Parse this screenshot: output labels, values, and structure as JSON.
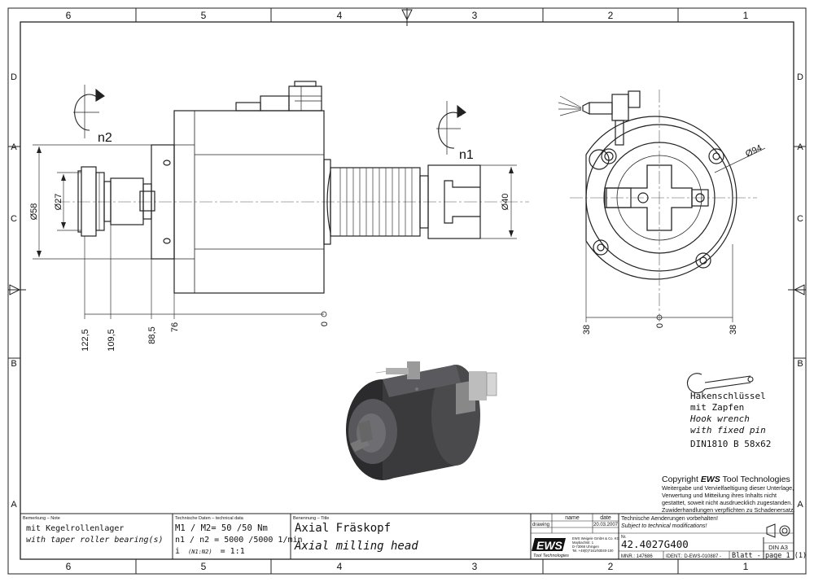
{
  "frame": {
    "cols_top": [
      "6",
      "5",
      "4",
      "3",
      "2",
      "1"
    ],
    "cols_bottom": [
      "6",
      "5",
      "4",
      "3",
      "2",
      "1"
    ],
    "rows_left": [
      "D",
      "C",
      "B",
      "A"
    ],
    "rows_left_marks": [
      "A",
      "C"
    ],
    "rows_right": [
      "D",
      "A",
      "C",
      "B",
      "A"
    ]
  },
  "side_view": {
    "rot_left": "n2",
    "rot_right": "n1",
    "dia_58": "Ø58",
    "dia_27": "Ø27",
    "dia_40": "Ø40",
    "dim_122_5": "122,5",
    "dim_109_5": "109,5",
    "dim_88_5": "88,5",
    "dim_76": "76",
    "dim_0": "0"
  },
  "front_view": {
    "dia_94": "Ø94",
    "dim_left": "38",
    "dim_zero": "0",
    "dim_right": "38"
  },
  "hook_wrench": {
    "line1": "Hakenschlüssel",
    "line2": "mit Zapfen",
    "line3": "Hook wrench",
    "line4": "with fixed pin",
    "line5": "DIN1810 B 58x62"
  },
  "copyright": {
    "title_pre": "Copyright ",
    "title_brand": "EWS",
    "title_post": " Tool Technologies",
    "l1": "Weitergabe und Vervielfaeltigung dieser Unterlage,",
    "l2": "Verwertung und Mitteilung ihres Inhalts nicht",
    "l3": "gestattet, soweit nicht ausdruecklich zugestanden.",
    "l4": "Zuwiderhandlungen verpflichten zu Schadenersatz."
  },
  "title_block": {
    "remark_label": "Bemerkung – Note",
    "remark_de": "mit Kegelrollenlager",
    "remark_en": "with taper roller bearing(s)",
    "tech_label": "Technische Daten – technical data",
    "tech_l1": "M1 / M2= 50  /50  Nm",
    "tech_l2": "n1 / n2 = 5000 /5000  1/min",
    "tech_l3_a": "i",
    "tech_l3_b": "(N1:N2)",
    "tech_l3_c": "= 1:1",
    "title_label": "Benennung – Title",
    "title_de": "Axial Fräskopf",
    "title_en": "Axial milling head",
    "col_name": "name",
    "col_date": "date",
    "row_drawing": "drawing",
    "drawing_date": "20.03.2007",
    "logo": "EWS",
    "logo_sub": "Tool Technologies",
    "company_l1": "EWS Weigele GmbH & Co. KG",
    "company_l2": "Maybachstr. 1",
    "company_l3": "D-73066 Uhingen",
    "company_l4": "Tel. +49(0)7161/93040-100",
    "changes_de": "Technische Aenderungen vorbehalten!",
    "changes_en": "Subject to technical modifications!",
    "nr_label": "Nr.",
    "part_number": "42.4027G400",
    "mnr": "MNR.: 147686",
    "ident": "IDENT.: D-EWS-010887 -",
    "sheet": "Blatt - page  1 (1)",
    "size": "DIN A3"
  }
}
